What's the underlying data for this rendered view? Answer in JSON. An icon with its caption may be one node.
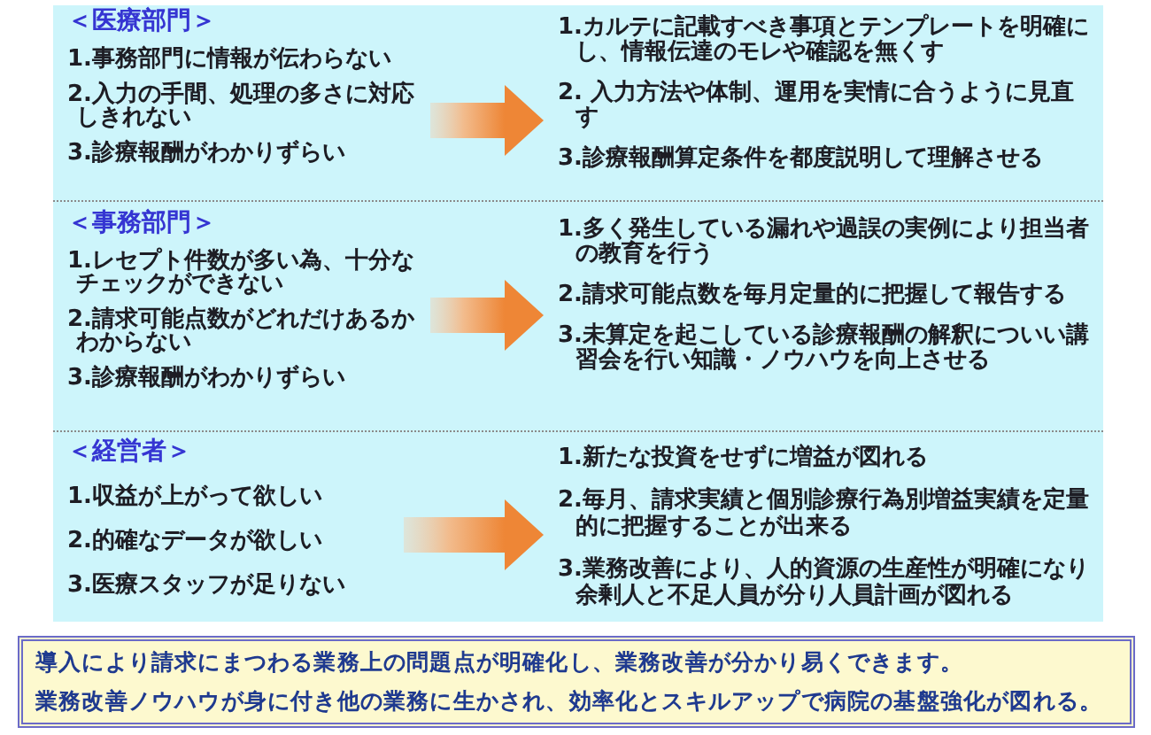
{
  "diagram": {
    "nodes": [
      {
        "text": [
          "＜医療部門＞",
          "1.事務部門に情報が伝わらない",
          "2.入力の手間、処理の多さに対応しきれない",
          "3.診療報酬がわかりずらい"
        ]
      },
      {
        "text": [
          "1.カルテに記載すべき事項とテンプレートを明確にし、情報伝達のモレや確認を無くす",
          "2. 入力方法や体制、運用を実情に合うように見直す",
          "3.診療報酬算定条件を都度説明して理解させる"
        ]
      },
      {
        "text": [
          "＜事務部門＞",
          "1.レセプト件数が多い為、十分なチェックができない",
          "2.請求可能点数がどれだけあるかわからない",
          "3.診療報酬がわかりずらい"
        ]
      },
      {
        "text": [
          "1.多く発生している漏れや過誤の実例により担当者の教育を行う",
          "2.請求可能点数を毎月定量的に把握して報告する",
          "3.未算定を起こしている診療報酬の解釈についい講習会を行い知識・ノウハウを向上させる"
        ]
      },
      {
        "text": [
          "＜経営者＞",
          "1.収益が上がって欲しい",
          "2.的確なデータが欲しい",
          "3.医療スタッフが足りない"
        ]
      },
      {
        "text": [
          "1.新たな投資をせずに増益が図れる",
          "2.毎月、請求実績と個別診療行為別増益実績を定量的に把握することが出来る",
          "3.業務改善により、人的資源の生産性が明確になり余剰人と不足人員が分り人員計画が図れる"
        ]
      },
      {
        "text": [
          "導入により請求にまつわる業務上の問題点が明確化し、業務改善が分かり易くできます。",
          "業務改善ノウハウが身に付き他の業務に生かされ、効率化とスキルアップで病院の基盤強化が図れる。"
        ]
      }
    ],
    "edges": [
      {
        "from": 0,
        "to": 1,
        "arrow": "to"
      },
      {
        "from": 2,
        "to": 3,
        "arrow": "to"
      },
      {
        "from": 4,
        "to": 5,
        "arrow": "to"
      }
    ]
  }
}
